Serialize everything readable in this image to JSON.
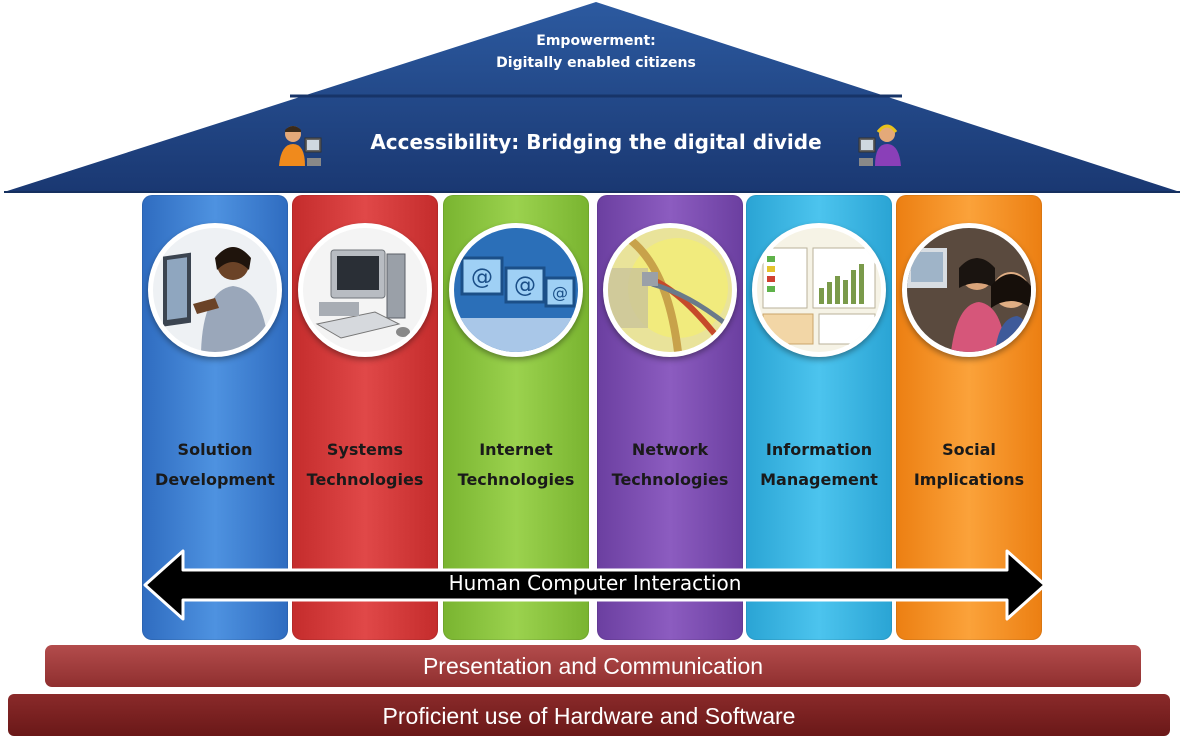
{
  "roof": {
    "top_line1": "Empowerment:",
    "top_line2": "Digitally enabled citizens",
    "middle": "Accessibility: Bridging the digital divide",
    "color": "#1f3f79"
  },
  "pillars": [
    {
      "line1": "Solution",
      "line2": "Development",
      "color": "#3e7fd0",
      "icon": "person-pointing-at-screen-photo"
    },
    {
      "line1": "Systems",
      "line2": "Technologies",
      "color": "#d63a3a",
      "icon": "desktop-computer-photo"
    },
    {
      "line1": "Internet",
      "line2": "Technologies",
      "color": "#8cc63f",
      "icon": "at-sign-monitors-photo"
    },
    {
      "line1": "Network",
      "line2": "Technologies",
      "color": "#7f4fb0",
      "icon": "network-cables-photo"
    },
    {
      "line1": "Information",
      "line2": "Management",
      "color": "#35b4e0",
      "icon": "dashboard-charts-photo"
    },
    {
      "line1": "Social",
      "line2": "Implications",
      "color": "#f39021",
      "icon": "children-at-computer-photo"
    }
  ],
  "hci": "Human Computer Interaction",
  "foundation": {
    "upper": "Presentation and Communication",
    "lower": "Proficient use of Hardware and Software"
  }
}
